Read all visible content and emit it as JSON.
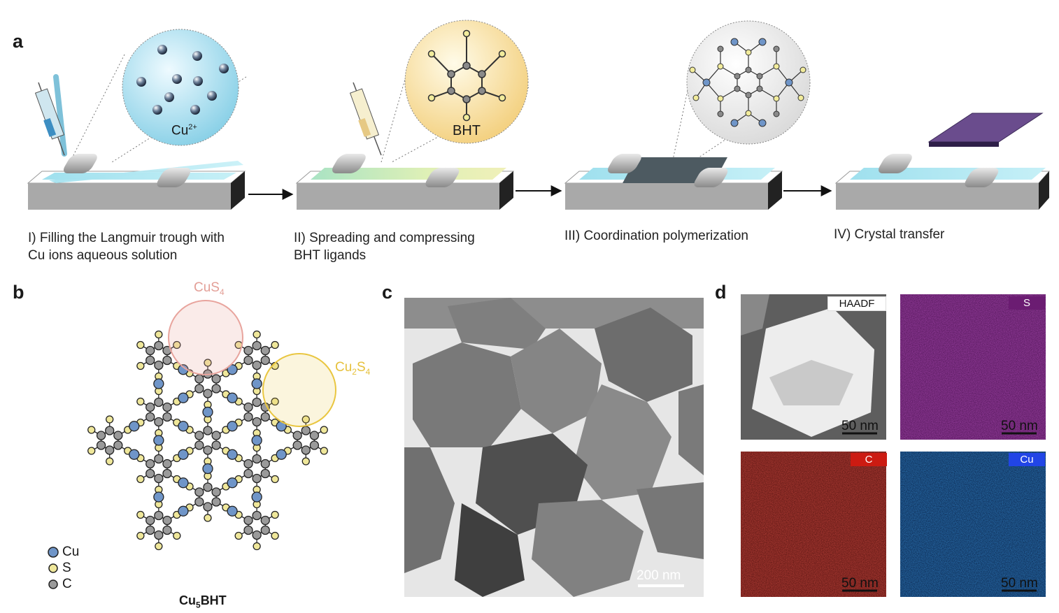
{
  "panels": {
    "a": "a",
    "b": "b",
    "c": "c",
    "d": "d"
  },
  "steps": [
    {
      "line1": "I) Filling the Langmuir trough with",
      "line2": "Cu ions aqueous solution",
      "bubble_base": "Cu",
      "bubble_sup": "2+"
    },
    {
      "line1": "II) Spreading and compressing",
      "line2": "BHT ligands",
      "bubble": "BHT"
    },
    {
      "line1": "III) Coordination polymerization"
    },
    {
      "line1": "IV) Crystal transfer"
    }
  ],
  "structure": {
    "cus4_base": "CuS",
    "cus4_sub": "4",
    "cu2s4_a": "Cu",
    "cu2s4_s1": "2",
    "cu2s4_b": "S",
    "cu2s4_s2": "4",
    "legend": [
      "Cu",
      "S",
      "C"
    ],
    "title_a": "Cu",
    "title_sub": "5",
    "title_b": "BHT",
    "colors": {
      "cu": "#6f95c8",
      "s": "#efe79a",
      "c": "#9a9a9a",
      "cus4": "#e8a49d",
      "cu2s4": "#e9c640"
    }
  },
  "tem": {
    "scale": "200 nm"
  },
  "eds": [
    {
      "label": "HAADF",
      "scale": "50 nm",
      "color": "#ffffff"
    },
    {
      "label": "S",
      "scale": "50 nm",
      "color": "#6b1c72"
    },
    {
      "label": "C",
      "scale": "50 nm",
      "color": "#cc1b12"
    },
    {
      "label": "Cu",
      "scale": "50 nm",
      "color": "#2145e6"
    }
  ]
}
